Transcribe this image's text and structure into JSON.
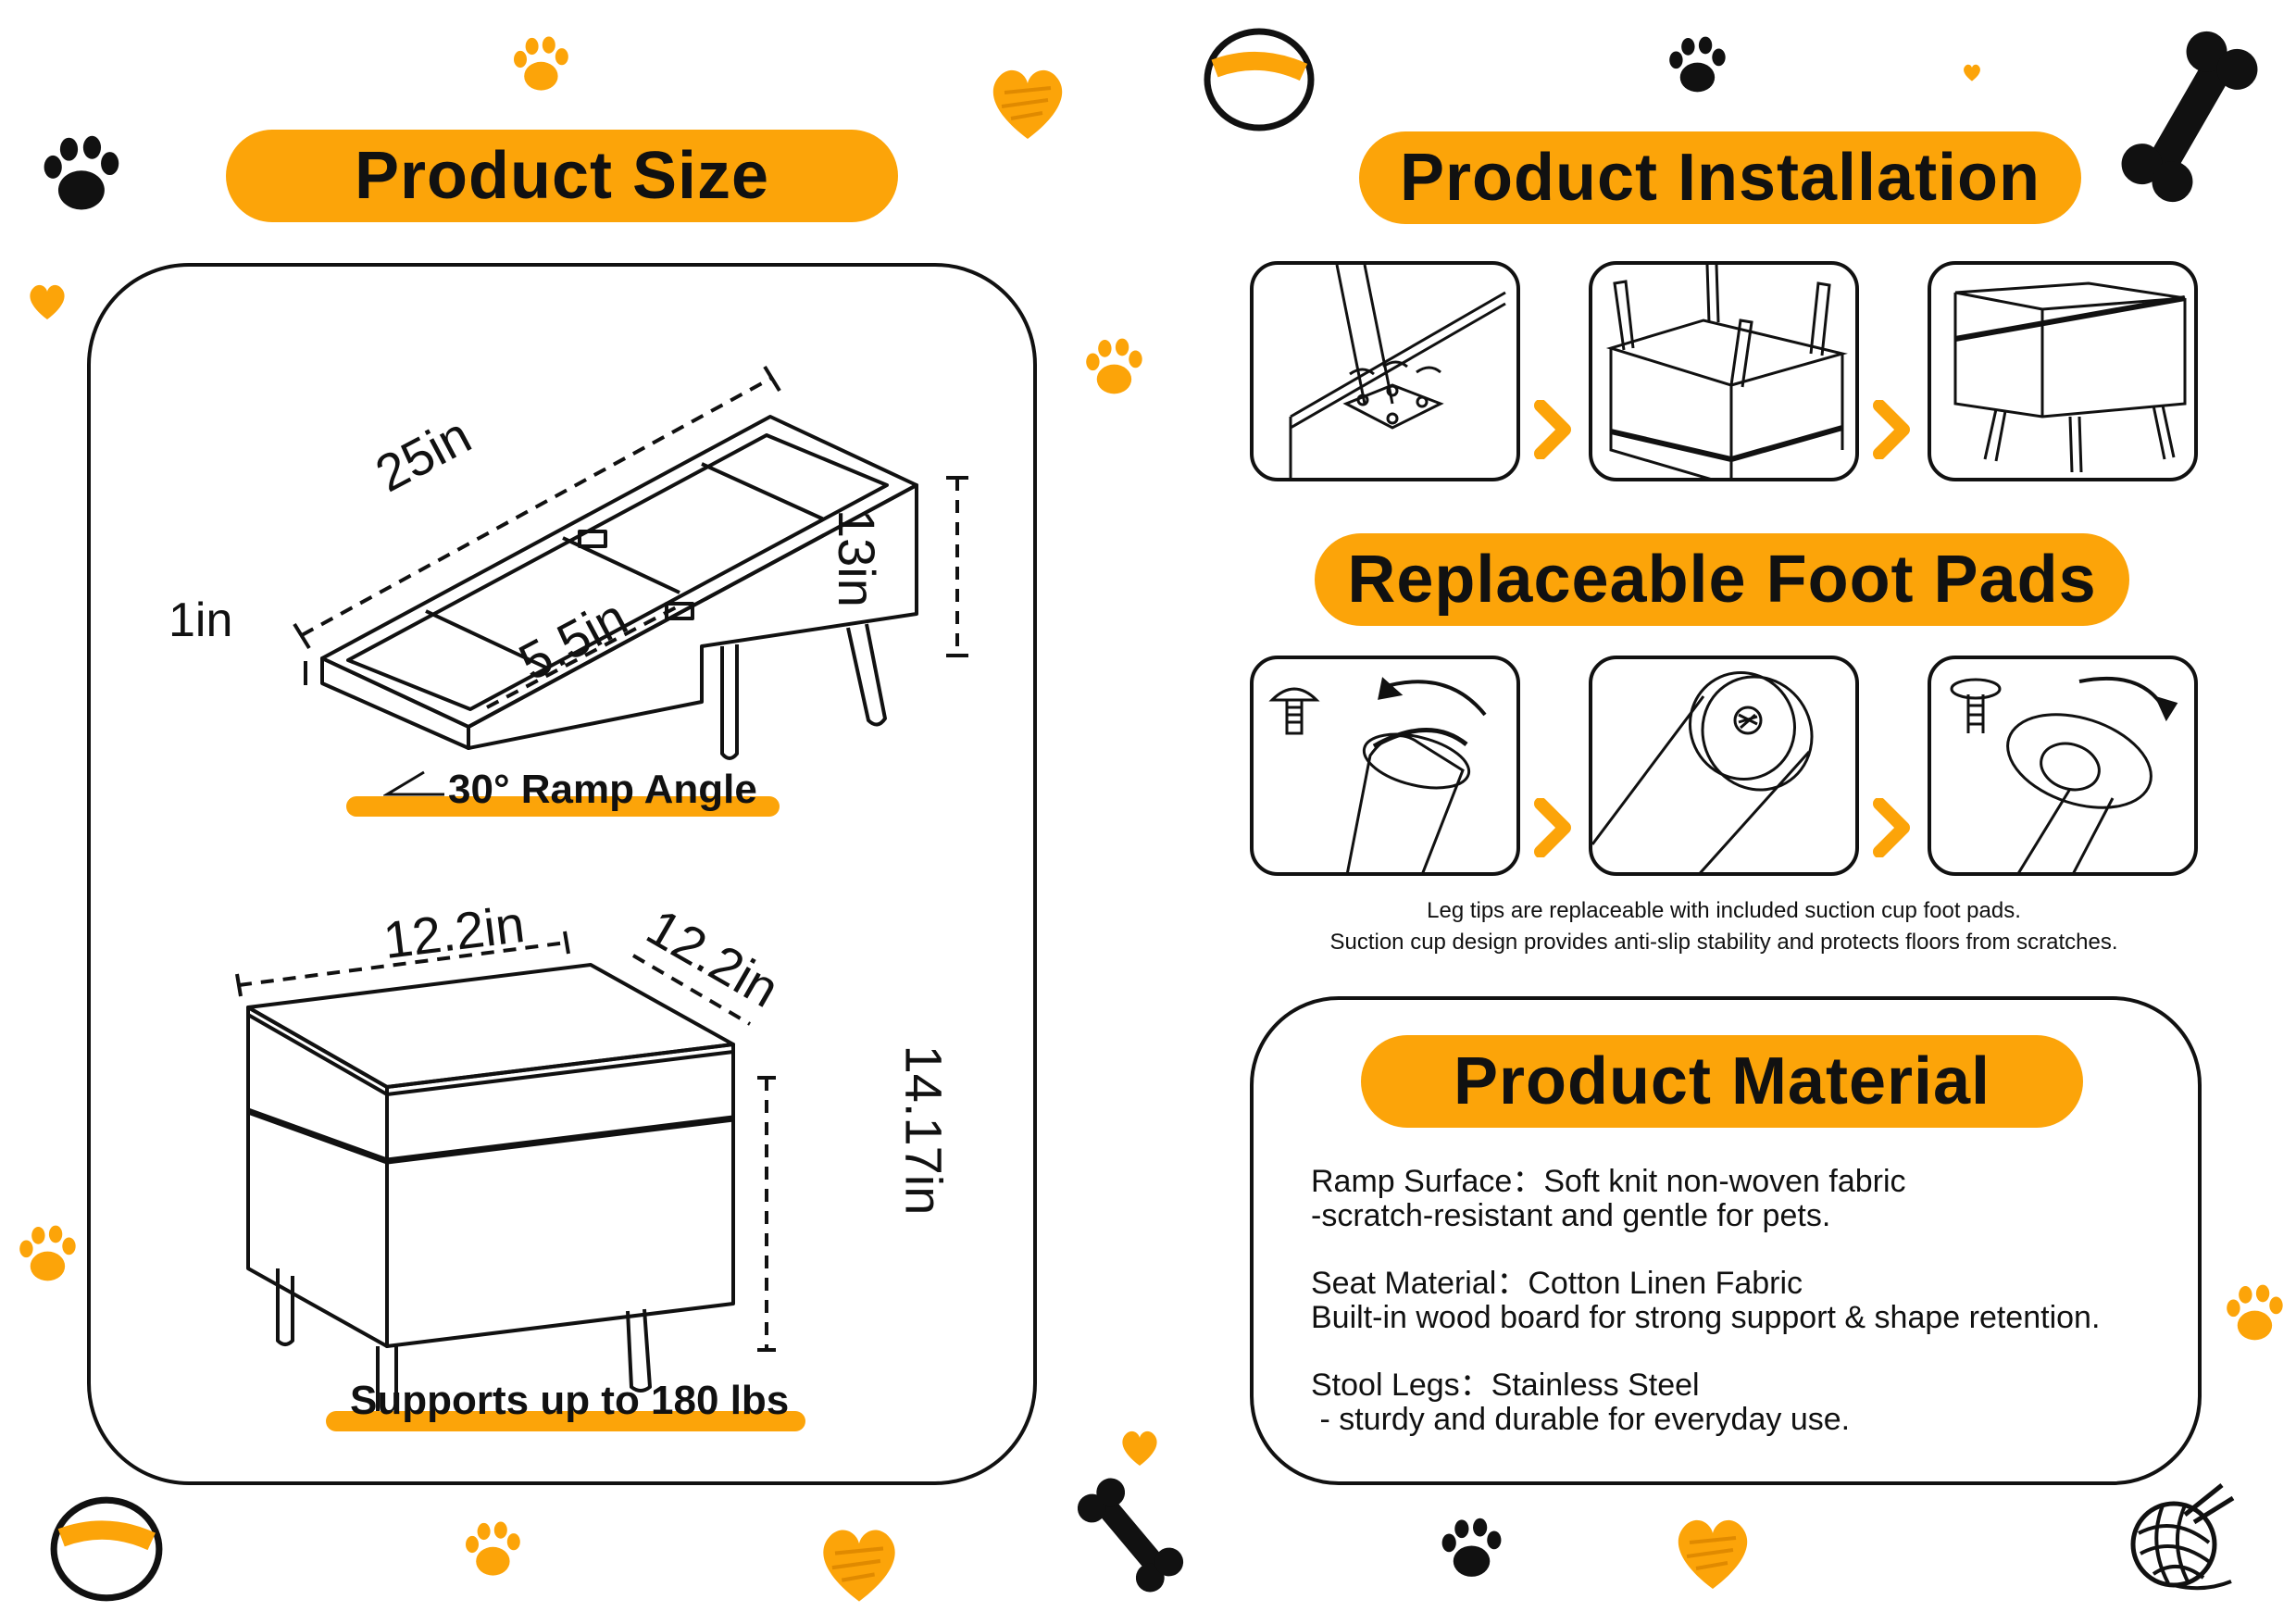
{
  "size": {
    "title": "Product Size",
    "ramp": {
      "length": "25in",
      "height": "13in",
      "front_height": "1in",
      "width": "5.5in",
      "angle_caption": "30° Ramp Angle"
    },
    "stool": {
      "width": "12.2in",
      "depth": "12.2in",
      "height": "14.17in",
      "caption": "Supports up to 180 lbs"
    }
  },
  "installation": {
    "title": "Product Installation"
  },
  "foot_pads": {
    "title": "Replaceable Foot Pads",
    "note_line1": "Leg tips are replaceable with included suction cup foot pads.",
    "note_line2": "Suction cup design provides anti-slip stability and protects floors from scratches."
  },
  "material": {
    "title": "Product Material",
    "lines": [
      "Ramp Surface：Soft knit non-woven fabric",
      "-scratch-resistant and gentle for pets.",
      "Seat Material：Cotton Linen Fabric",
      "Built-in wood board for strong support & shape retention.",
      "Stool Legs：Stainless Steel",
      " - sturdy and durable for everyday use."
    ]
  },
  "colors": {
    "accent": "#fca409",
    "ink": "#111111"
  }
}
